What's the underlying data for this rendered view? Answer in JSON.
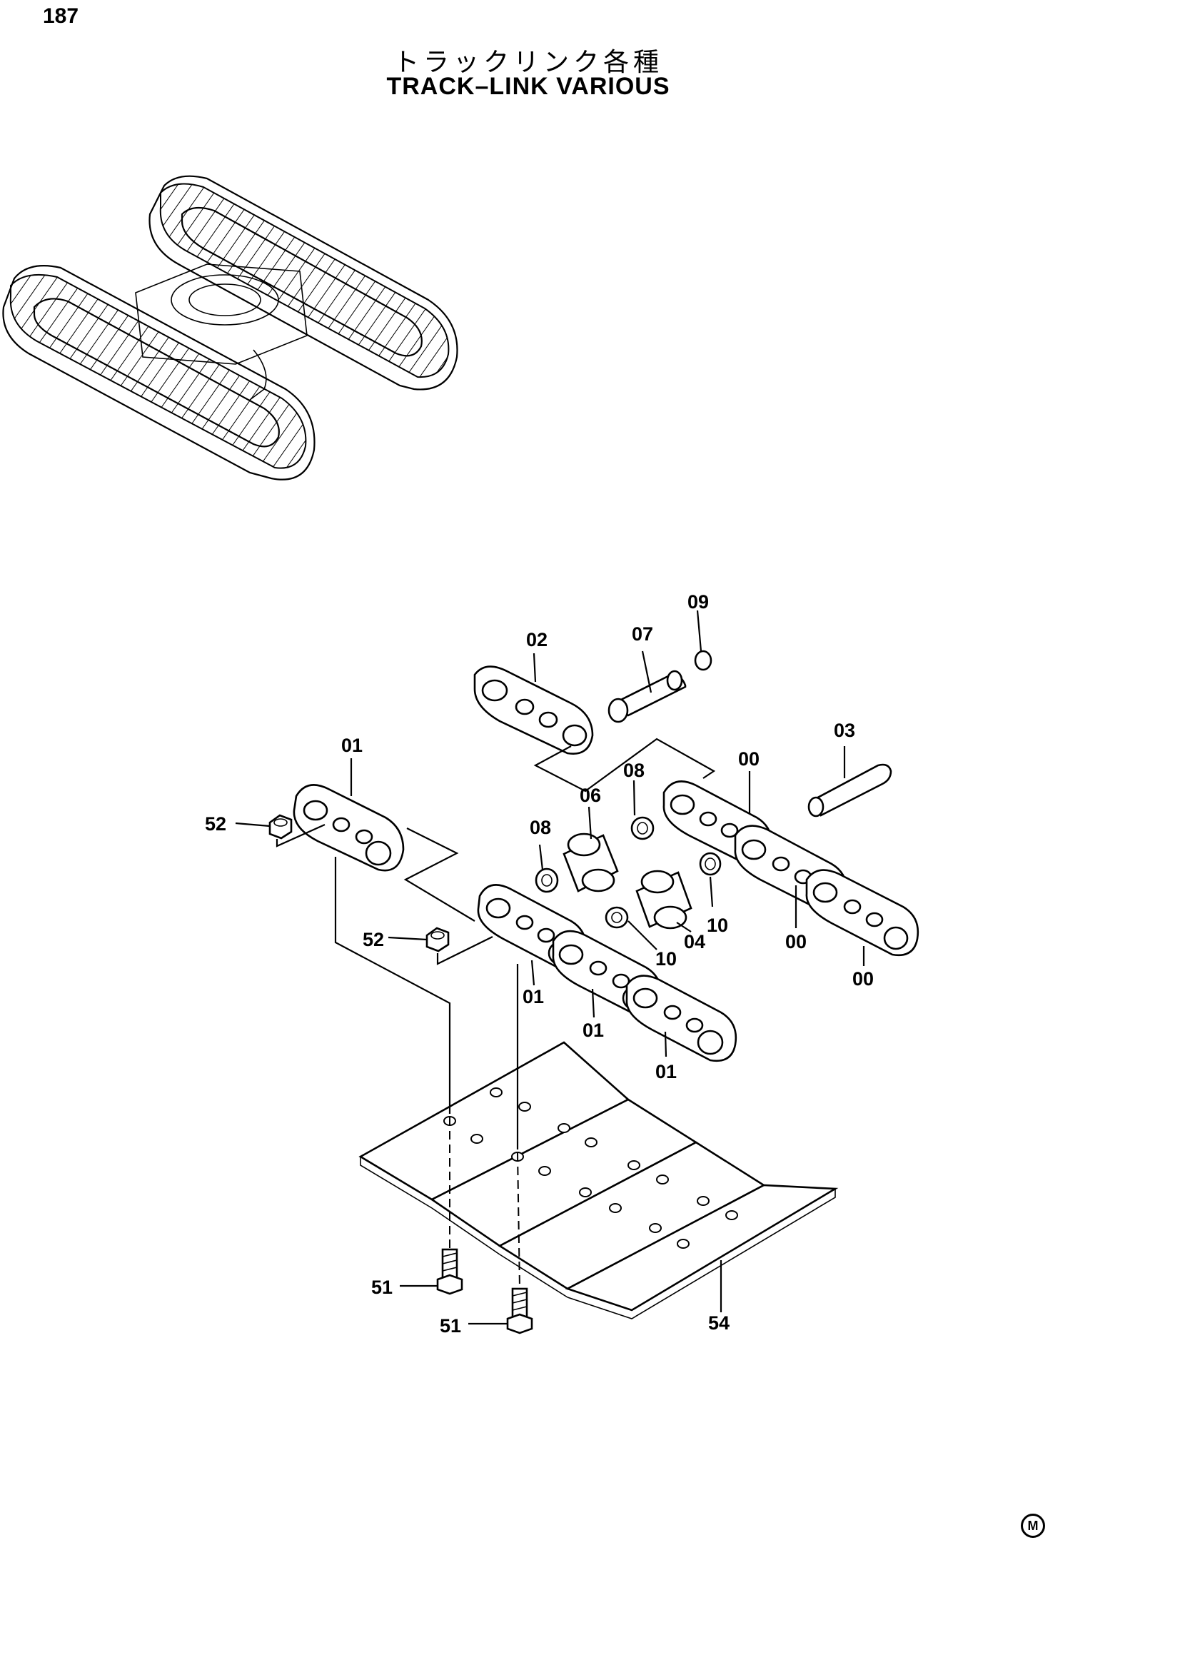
{
  "page_number": "187",
  "title_ja": "トラックリンク各種",
  "title_en": "TRACK–LINK VARIOUS",
  "mark": "M",
  "callouts": {
    "c09": "09",
    "c02": "02",
    "c07": "07",
    "c03": "03",
    "c01a": "01",
    "c00a": "00",
    "c08a": "08",
    "c06": "06",
    "c52a": "52",
    "c08b": "08",
    "c10a": "10",
    "c04": "04",
    "c10b": "10",
    "c00b": "00",
    "c00c": "00",
    "c52b": "52",
    "c01b": "01",
    "c01c": "01",
    "c01d": "01",
    "c51a": "51",
    "c51b": "51",
    "c54": "54"
  }
}
